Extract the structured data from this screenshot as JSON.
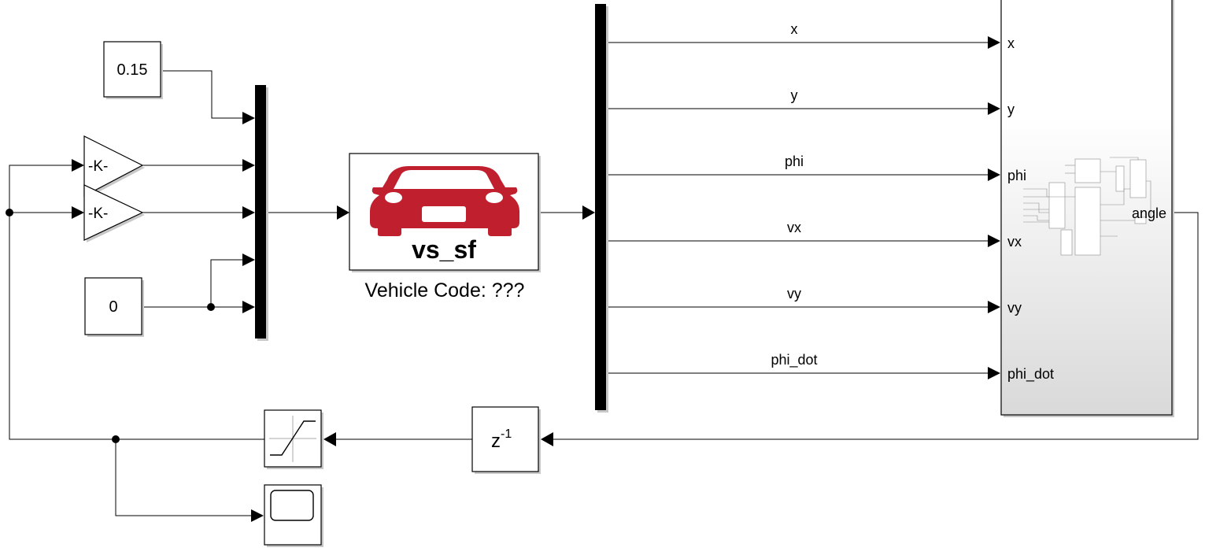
{
  "blocks": {
    "const_015": {
      "value": "0.15"
    },
    "const_0": {
      "value": "0"
    },
    "gain_top": {
      "label": "-K-"
    },
    "gain_bottom": {
      "label": "-K-"
    },
    "vehicle": {
      "logo_text": "vs_sf",
      "caption": "Vehicle Code: ???",
      "logo_color": "#c0202e"
    },
    "delay": {
      "label": "z",
      "exponent": "-1"
    },
    "subsystem": {
      "inputs": [
        "x",
        "y",
        "phi",
        "vx",
        "vy",
        "phi_dot"
      ],
      "output": "angle"
    }
  },
  "signals": [
    "x",
    "y",
    "phi",
    "vx",
    "vy",
    "phi_dot"
  ]
}
